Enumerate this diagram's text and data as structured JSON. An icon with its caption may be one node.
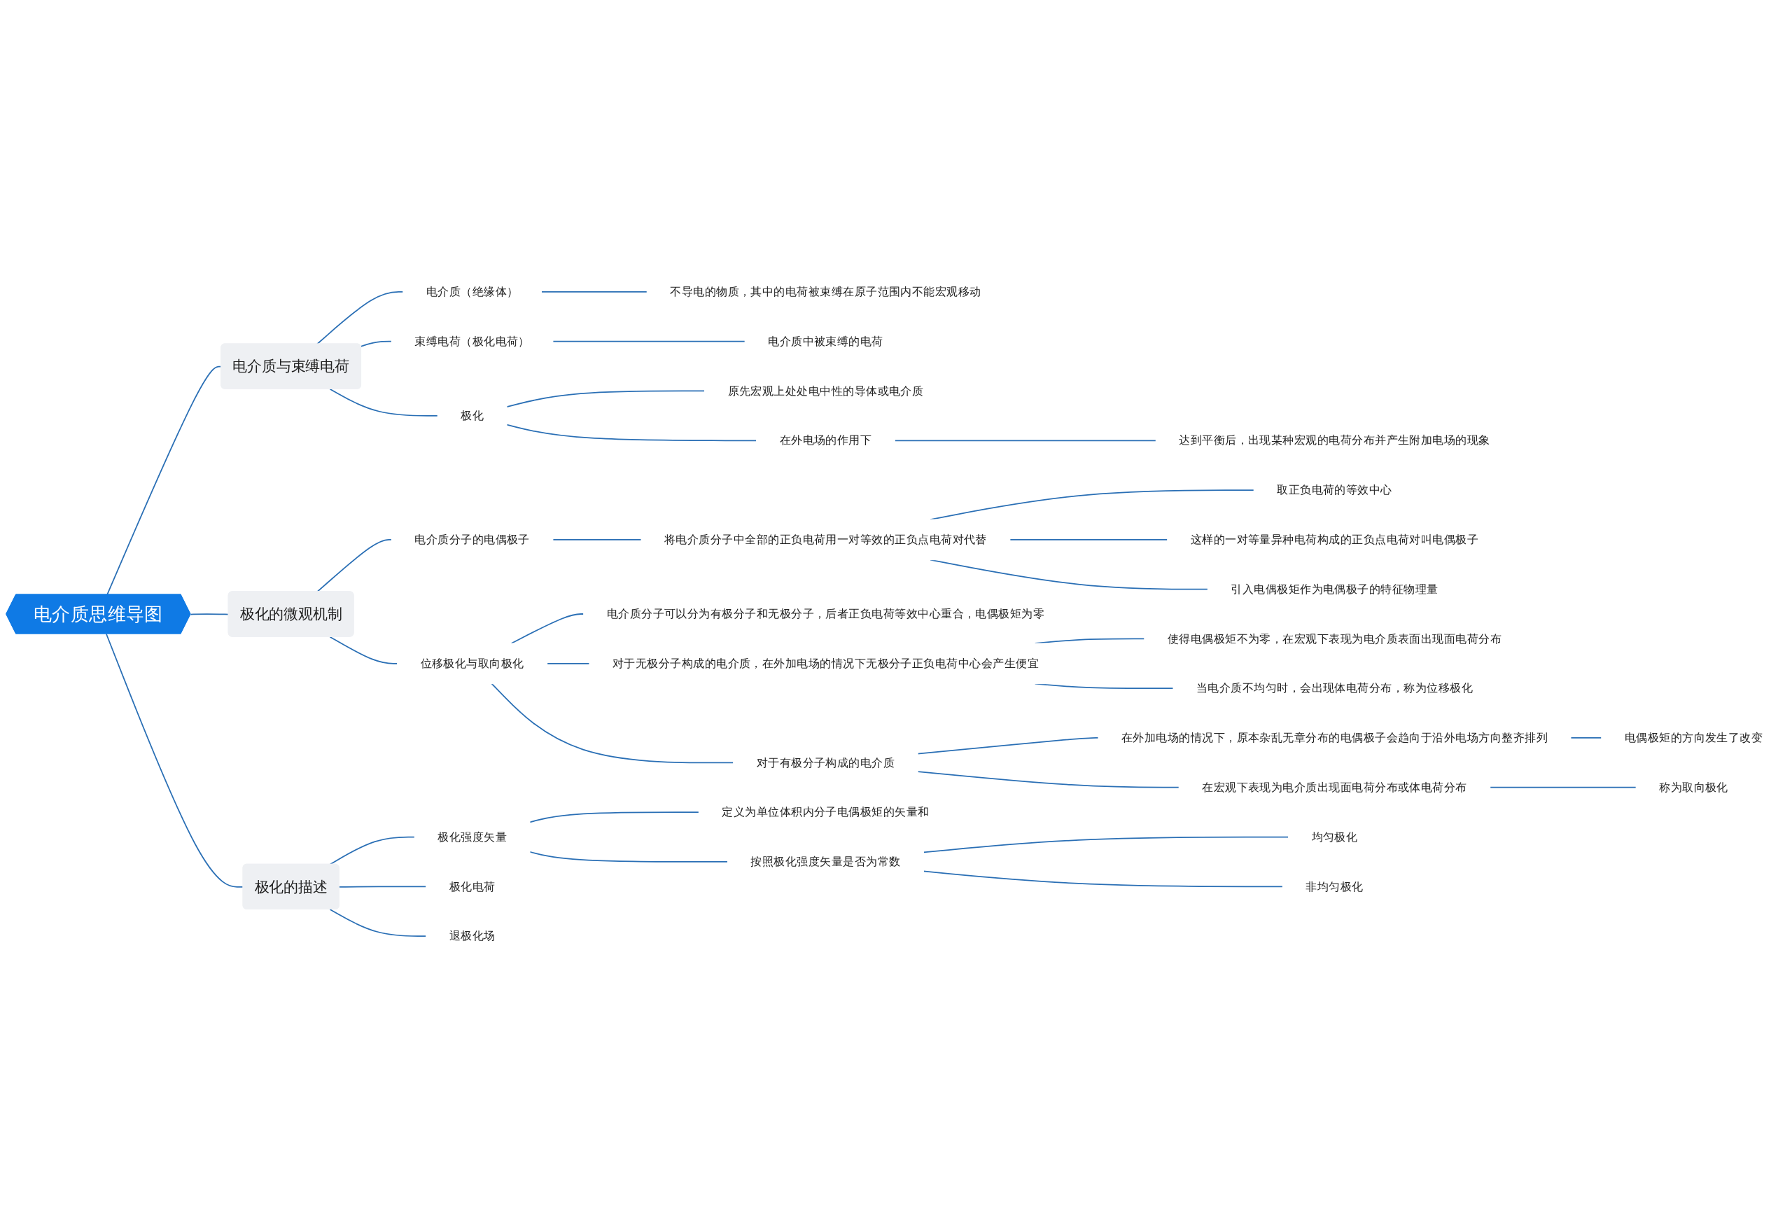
{
  "diagram": {
    "nodes": [
      {
        "text": [
          "电介质思维导图"
        ]
      },
      {
        "text": [
          "电介质与束缚电荷"
        ]
      },
      {
        "text": [
          "电介质（绝缘体）"
        ]
      },
      {
        "text": [
          "不导电的物质，其中的电荷被束缚在原子范围内不能宏观移动"
        ]
      },
      {
        "text": [
          "束缚电荷（极化电荷）"
        ]
      },
      {
        "text": [
          "电介质中被束缚的电荷"
        ]
      },
      {
        "text": [
          "极化"
        ]
      },
      {
        "text": [
          "原先宏观上处处电中性的导体或电介质"
        ]
      },
      {
        "text": [
          "在外电场的作用下"
        ]
      },
      {
        "text": [
          "达到平衡后，出现某种宏观的电荷分布并产生附加电场的现象"
        ]
      },
      {
        "text": [
          "极化的微观机制"
        ]
      },
      {
        "text": [
          "电介质分子的电偶极子"
        ]
      },
      {
        "text": [
          "将电介质分子中全部的正负电荷用一对等效的正负点电荷对代替"
        ]
      },
      {
        "text": [
          "取正负电荷的等效中心"
        ]
      },
      {
        "text": [
          "这样的一对等量异种电荷构成的正负点电荷对叫电偶极子"
        ]
      },
      {
        "text": [
          "引入电偶极矩作为电偶极子的特征物理量"
        ]
      },
      {
        "text": [
          "位移极化与取向极化"
        ]
      },
      {
        "text": [
          "电介质分子可以分为有极分子和无极分子，后者正负电荷等效中心重合，电偶极矩为零"
        ]
      },
      {
        "text": [
          "对于无极分子构成的电介质，在外加电场的情况下无极分子正负电荷中心会产生便宜"
        ]
      },
      {
        "text": [
          "使得电偶极矩不为零，在宏观下表现为电介质表面出现面电荷分布"
        ]
      },
      {
        "text": [
          "当电介质不均匀时，会出现体电荷分布，称为位移极化"
        ]
      },
      {
        "text": [
          "对于有极分子构成的电介质"
        ]
      },
      {
        "text": [
          "在外加电场的情况下，原本杂乱无章分布的电偶极子会趋向于沿外电场方向整齐排列"
        ]
      },
      {
        "text": [
          "电偶极矩的方向发生了改变"
        ]
      },
      {
        "text": [
          "在宏观下表现为电介质出现面电荷分布或体电荷分布"
        ]
      },
      {
        "text": [
          "称为取向极化"
        ]
      },
      {
        "text": [
          "极化的描述"
        ]
      },
      {
        "text": [
          "极化强度矢量"
        ]
      },
      {
        "text": [
          "定义为单位体积内分子电偶极矩的矢量和"
        ]
      },
      {
        "text": [
          "按照极化强度矢量是否为常数"
        ]
      },
      {
        "text": [
          "均匀极化"
        ]
      },
      {
        "text": [
          "非均匀极化"
        ]
      },
      {
        "text": [
          "极化电荷"
        ]
      },
      {
        "text": [
          "退极化场"
        ]
      }
    ],
    "edges": [
      {
        "from": 0,
        "to": 1,
        "arrow": "none"
      },
      {
        "from": 1,
        "to": 2,
        "arrow": "none"
      },
      {
        "from": 2,
        "to": 3,
        "arrow": "none"
      },
      {
        "from": 1,
        "to": 4,
        "arrow": "none"
      },
      {
        "from": 4,
        "to": 5,
        "arrow": "none"
      },
      {
        "from": 1,
        "to": 6,
        "arrow": "none"
      },
      {
        "from": 6,
        "to": 7,
        "arrow": "none"
      },
      {
        "from": 6,
        "to": 8,
        "arrow": "none"
      },
      {
        "from": 8,
        "to": 9,
        "arrow": "none"
      },
      {
        "from": 0,
        "to": 10,
        "arrow": "none"
      },
      {
        "from": 10,
        "to": 11,
        "arrow": "none"
      },
      {
        "from": 11,
        "to": 12,
        "arrow": "none"
      },
      {
        "from": 12,
        "to": 13,
        "arrow": "none"
      },
      {
        "from": 12,
        "to": 14,
        "arrow": "none"
      },
      {
        "from": 12,
        "to": 15,
        "arrow": "none"
      },
      {
        "from": 10,
        "to": 16,
        "arrow": "none"
      },
      {
        "from": 16,
        "to": 17,
        "arrow": "none"
      },
      {
        "from": 16,
        "to": 18,
        "arrow": "none"
      },
      {
        "from": 18,
        "to": 19,
        "arrow": "none"
      },
      {
        "from": 18,
        "to": 20,
        "arrow": "none"
      },
      {
        "from": 16,
        "to": 21,
        "arrow": "none"
      },
      {
        "from": 21,
        "to": 22,
        "arrow": "none"
      },
      {
        "from": 22,
        "to": 23,
        "arrow": "none"
      },
      {
        "from": 21,
        "to": 24,
        "arrow": "none"
      },
      {
        "from": 24,
        "to": 25,
        "arrow": "none"
      },
      {
        "from": 0,
        "to": 26,
        "arrow": "none"
      },
      {
        "from": 26,
        "to": 27,
        "arrow": "none"
      },
      {
        "from": 27,
        "to": 28,
        "arrow": "none"
      },
      {
        "from": 27,
        "to": 29,
        "arrow": "none"
      },
      {
        "from": 29,
        "to": 30,
        "arrow": "none"
      },
      {
        "from": 29,
        "to": 31,
        "arrow": "none"
      },
      {
        "from": 26,
        "to": 32,
        "arrow": "none"
      },
      {
        "from": 26,
        "to": 33,
        "arrow": "none"
      }
    ]
  }
}
